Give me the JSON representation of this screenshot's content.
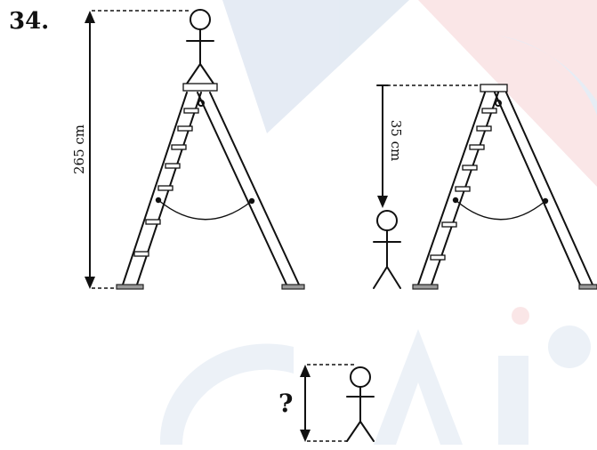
{
  "question_number": "34.",
  "left_figure": {
    "height_label": "265 cm"
  },
  "right_figure": {
    "gap_label": "35 cm"
  },
  "bottom_figure": {
    "unknown_label": "?"
  },
  "colors": {
    "ink": "#111111",
    "watermark_blue": "#c9d6e8",
    "watermark_red": "#f3c9cd",
    "foot_gray": "#9a9a9a"
  }
}
